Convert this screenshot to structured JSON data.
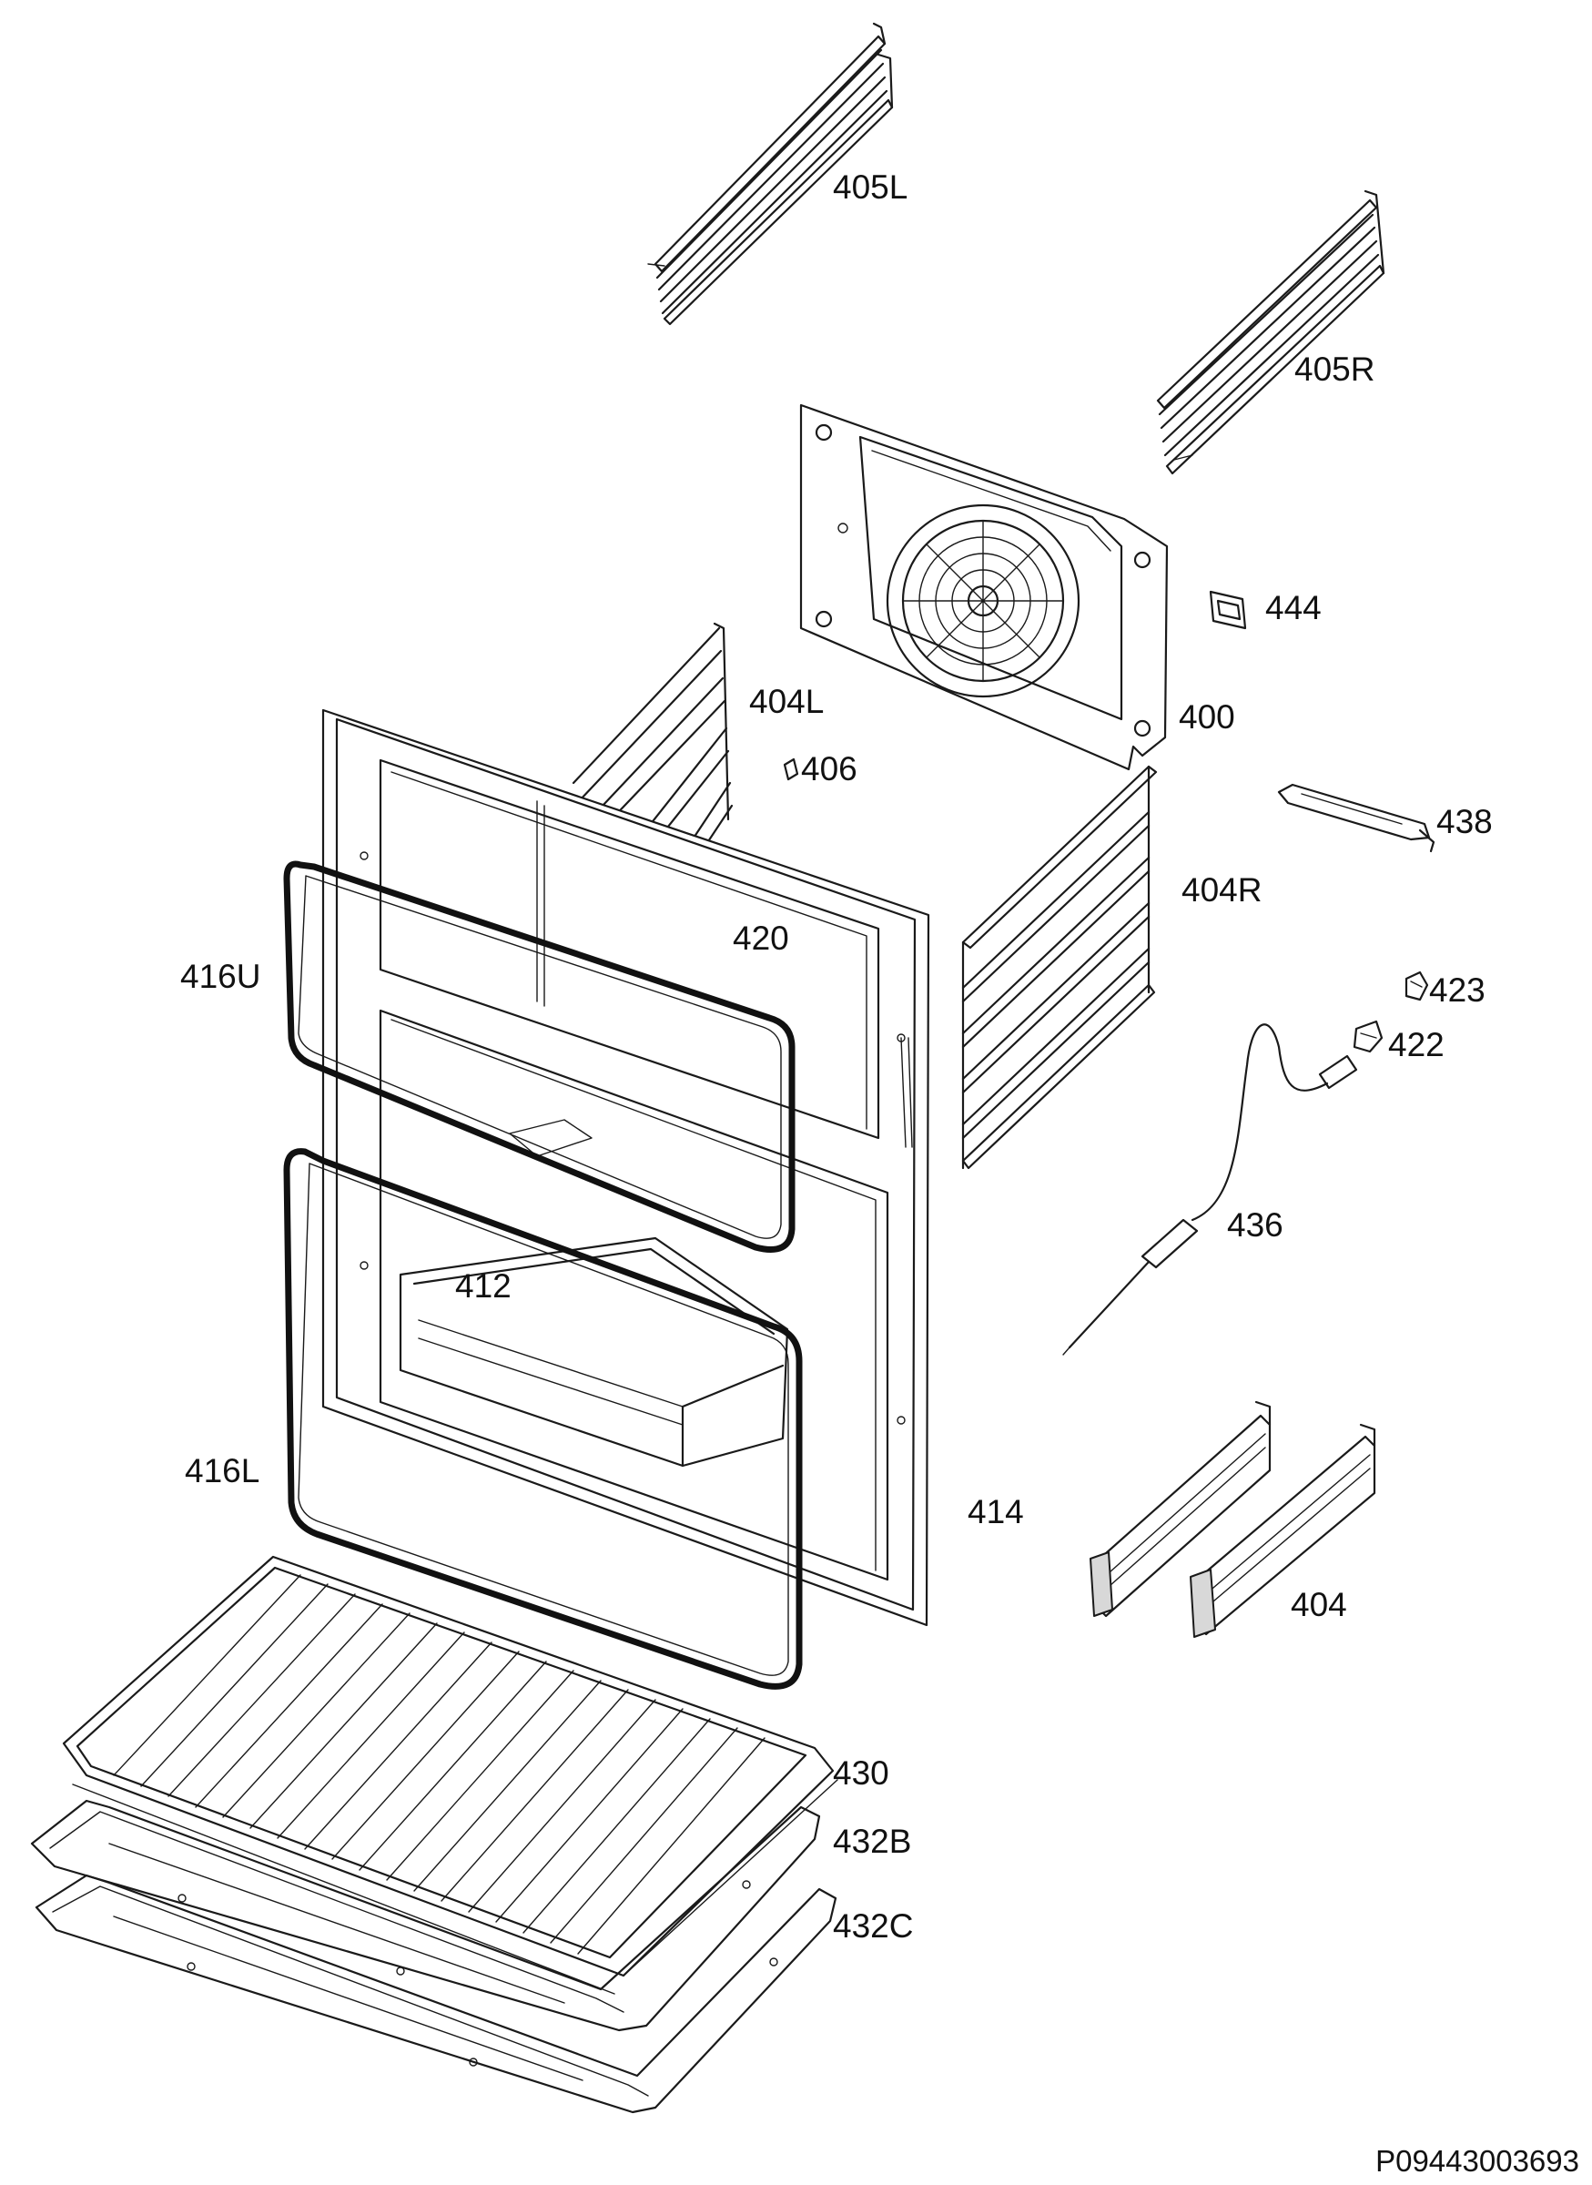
{
  "labels": {
    "p405L": "405L",
    "p405R": "405R",
    "p444": "444",
    "p400": "400",
    "p404L": "404L",
    "p406": "406",
    "p438": "438",
    "p404R": "404R",
    "p420": "420",
    "p416U": "416U",
    "p423": "423",
    "p422": "422",
    "p436": "436",
    "p412": "412",
    "p416L": "416L",
    "p414": "414",
    "p404": "404",
    "p430": "430",
    "p432B": "432B",
    "p432C": "432C"
  },
  "document_id": "P09443003693"
}
